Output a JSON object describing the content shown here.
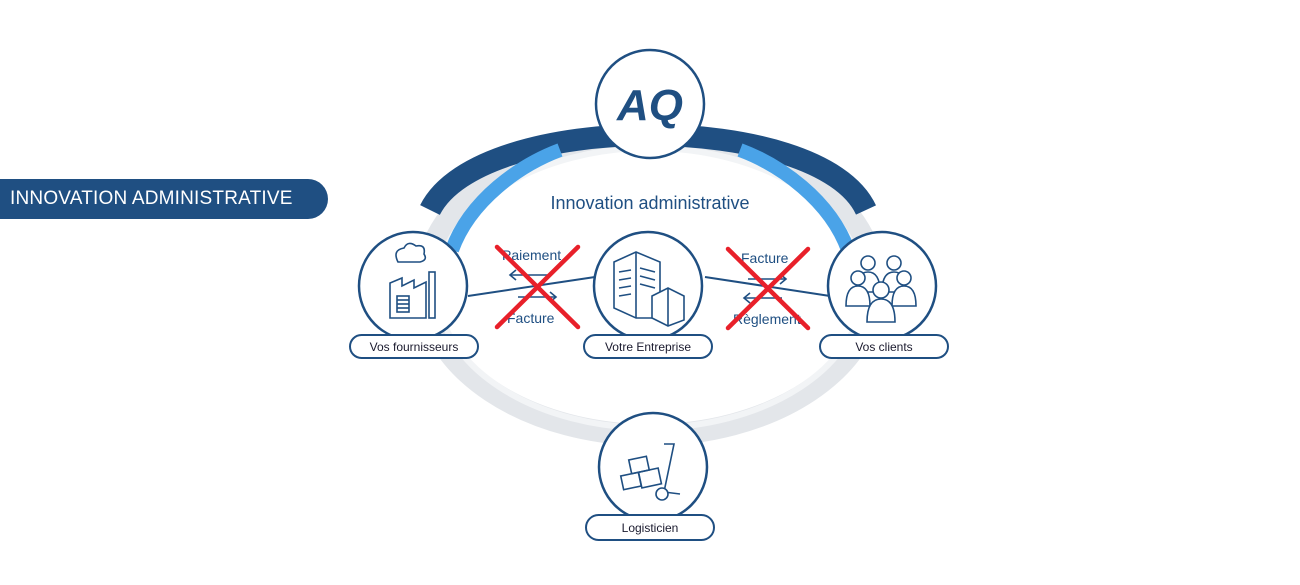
{
  "banner": {
    "label": "INNOVATION ADMINISTRATIVE"
  },
  "logo": {
    "text": "AQ"
  },
  "diagram": {
    "title": "Innovation administrative",
    "nodes": {
      "suppliers": "Vos fournisseurs",
      "company": "Votre Entreprise",
      "clients": "Vos clients",
      "logistics": "Logisticien"
    },
    "left_flow": {
      "top": "Paiement",
      "bottom": "Facture",
      "crossed": true
    },
    "right_flow": {
      "top": "Facture",
      "bottom": "Règlement",
      "crossed": true
    }
  },
  "colors": {
    "primary": "#1f4f82",
    "light_blue": "#4aa3e8",
    "ring_grey": "#e6e8ec",
    "cross_red": "#e8202a"
  },
  "icons": [
    "factory-icon",
    "building-icon",
    "people-icon",
    "hand-truck-icon"
  ]
}
